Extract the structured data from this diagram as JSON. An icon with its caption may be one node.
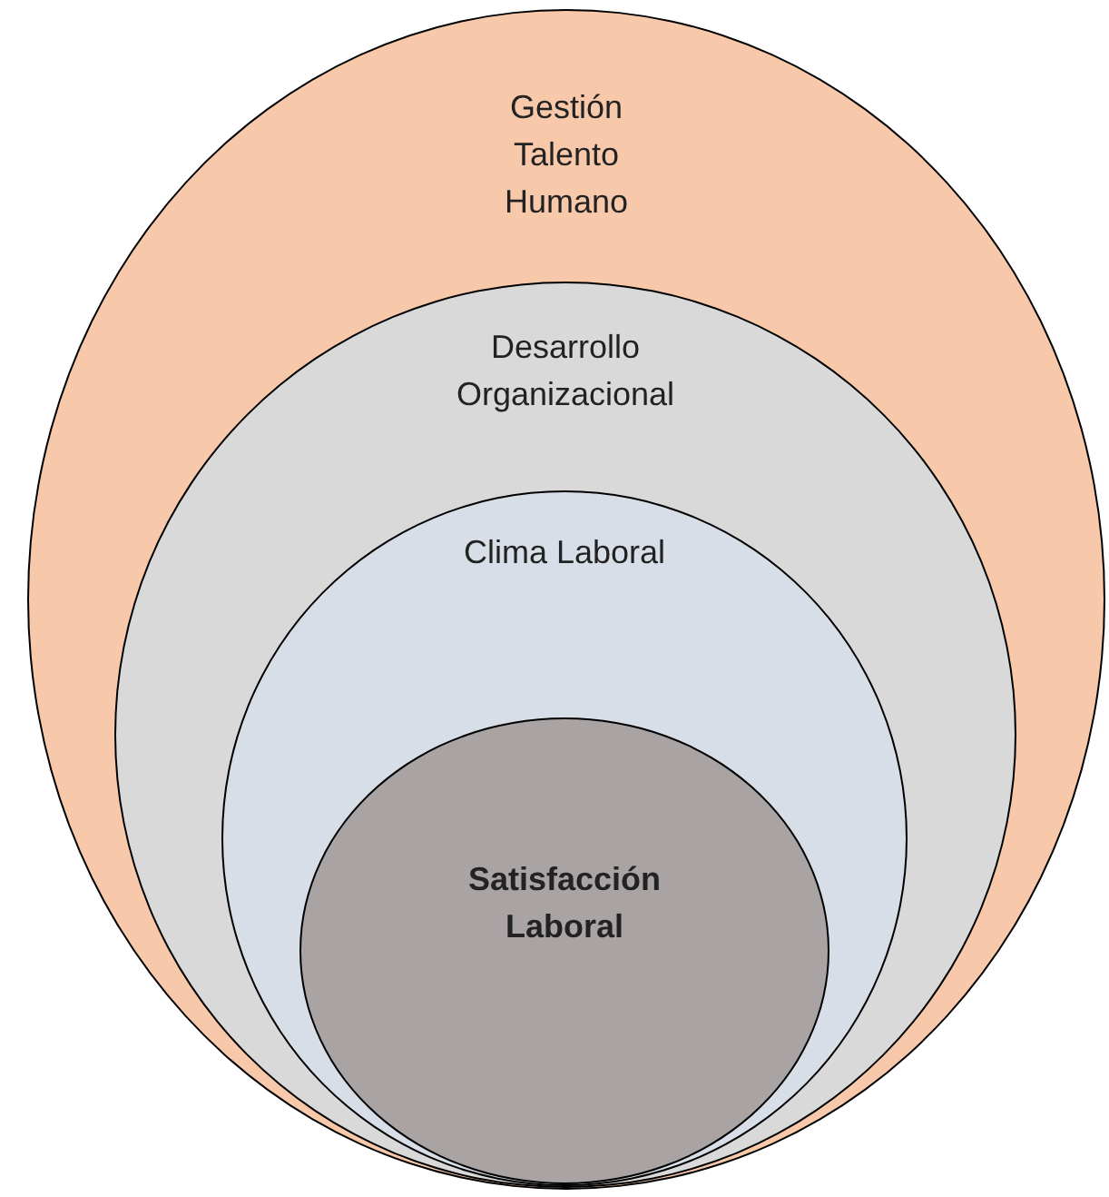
{
  "diagram": {
    "nodes": [
      {
        "text": [
          "Gestión Talento Humano"
        ]
      },
      {
        "text": [
          "Desarrollo Organizacional"
        ],
        "in": 0
      },
      {
        "text": [
          "Clima Laboral"
        ],
        "in": 1
      },
      {
        "text": [
          "Satisfacción Laboral"
        ],
        "in": 2
      }
    ]
  }
}
